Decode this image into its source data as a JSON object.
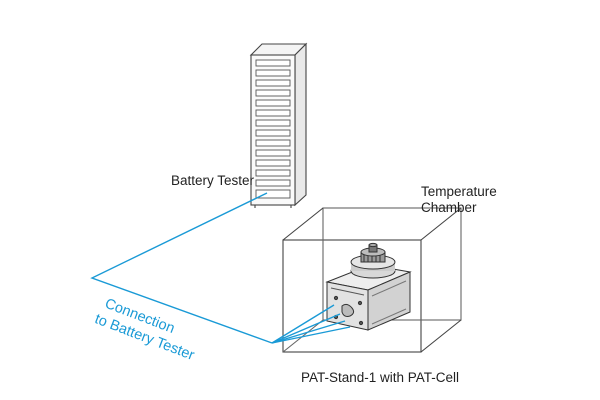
{
  "labels": {
    "battery_tester": "Battery Tester",
    "temperature_chamber_line1": "Temperature",
    "temperature_chamber_line2": "Chamber",
    "stand": "PAT-Stand-1 with PAT-Cell",
    "connection_line1": "Connection",
    "connection_line2": "to Battery Tester"
  },
  "colors": {
    "connection": "#1a9ad6",
    "outline": "#333333",
    "text": "#222222"
  }
}
